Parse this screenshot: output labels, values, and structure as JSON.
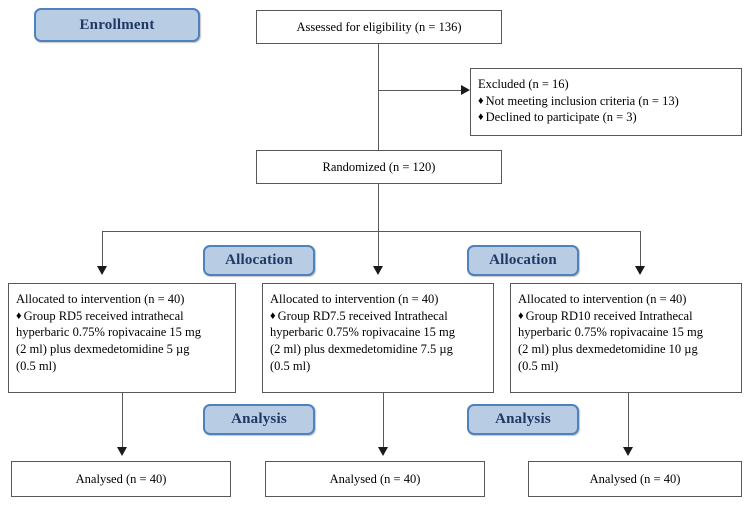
{
  "diagram": {
    "title": "CONSORT participant flow diagram",
    "stages": {
      "enrollment": "Enrollment",
      "allocation_left": "Allocation",
      "allocation_right": "Allocation",
      "analysis_left": "Analysis",
      "analysis_right": "Analysis"
    },
    "nodes": {
      "assessed": "Assessed for eligibility (n = 136)",
      "excluded": {
        "title": "Excluded (n = 16)",
        "reasons": [
          "Not meeting inclusion criteria (n = 13)",
          "Declined to participate (n = 3)"
        ]
      },
      "randomized": "Randomized (n = 120)",
      "arms": [
        {
          "allocated": "Allocated to intervention (n = 40)",
          "detail_lines": [
            "Group RD5 received intrathecal",
            "hyperbaric 0.75% ropivacaine 15 mg",
            "(2 ml) plus dexmedetomidine 5 µg",
            "(0.5 ml)"
          ],
          "analysed": "Analysed (n = 40)"
        },
        {
          "allocated": "Allocated to intervention (n = 40)",
          "detail_lines": [
            "Group RD7.5 received Intrathecal",
            "hyperbaric 0.75% ropivacaine 15 mg",
            "(2 ml) plus dexmedetomidine 7.5 µg",
            "(0.5 ml)"
          ],
          "analysed": "Analysed (n = 40)"
        },
        {
          "allocated": "Allocated to intervention (n = 40)",
          "detail_lines": [
            "Group RD10 received Intrathecal",
            "hyperbaric 0.75% ropivacaine 15 mg",
            "(2 ml) plus dexmedetomidine 10 µg",
            "(0.5 ml)"
          ],
          "analysed": "Analysed (n = 40)"
        }
      ]
    },
    "bullet_glyph": "♦",
    "colors": {
      "pill_fill": "#b8cce4",
      "pill_border": "#4f81bd",
      "pill_text": "#1f3864",
      "box_border": "#585858",
      "connector": "#595959",
      "arrow_head": "#1a1a1a",
      "background": "#ffffff"
    }
  }
}
